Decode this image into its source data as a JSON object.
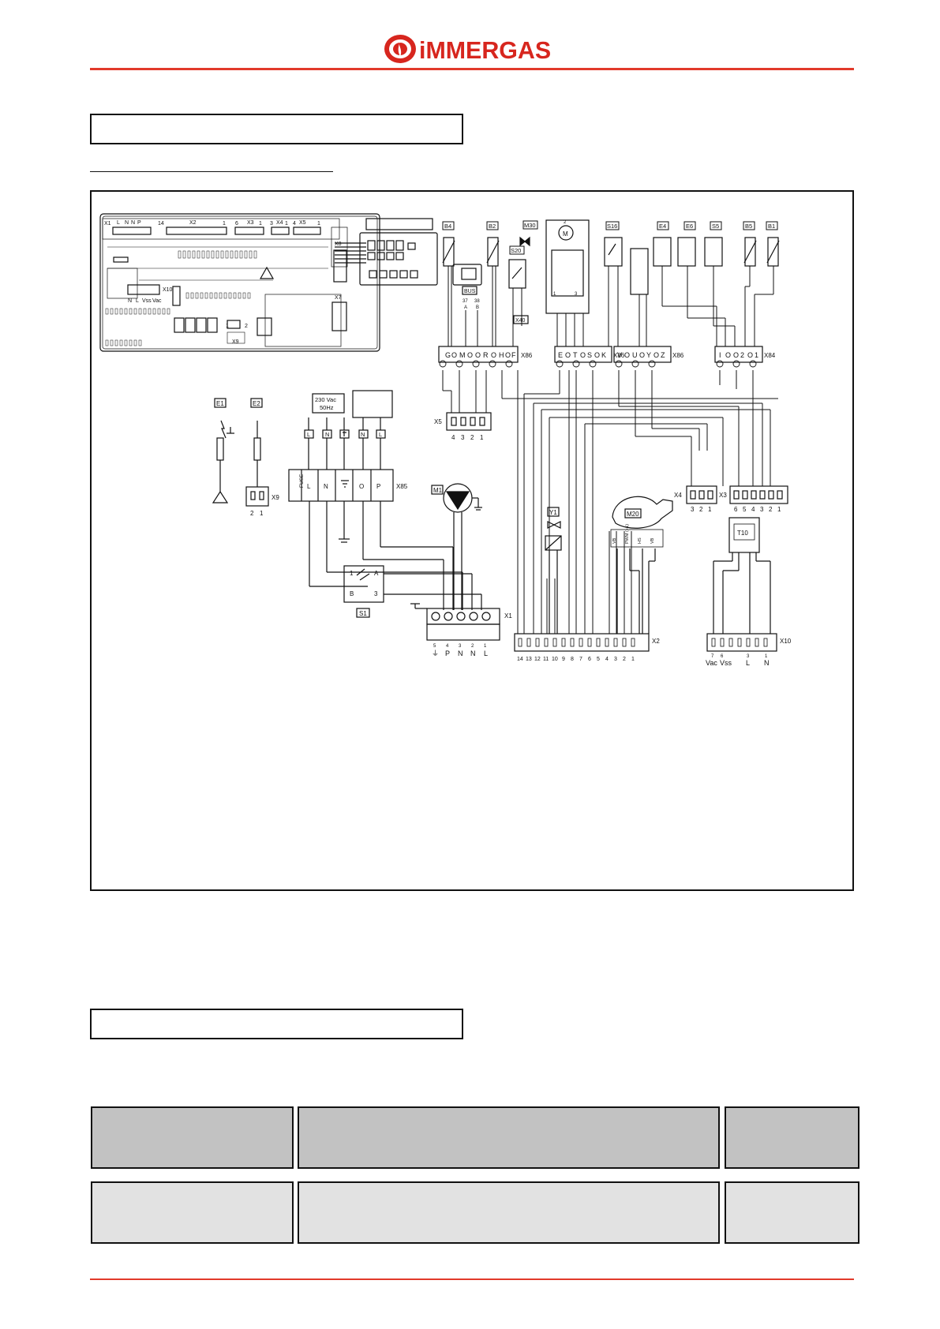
{
  "brand": {
    "name": "iMMERGAS",
    "color": "#d7261e"
  },
  "colors": {
    "rule": "#e23a2b",
    "row_dark": "#c2c2c2",
    "row_light": "#e2e2e2",
    "line": "#111111"
  },
  "board": {
    "connector_labels": [
      "X1",
      "L",
      "N",
      "N",
      "P",
      "X2",
      "X3",
      "X4",
      "X5",
      "X8",
      "X7",
      "X9",
      "X10"
    ],
    "x10_terminals": [
      "N",
      "L",
      "Vss",
      "Vac"
    ],
    "pin_numbers": [
      "14",
      "1",
      "6",
      "1",
      "3",
      "1",
      "4",
      "1",
      "2",
      "1"
    ]
  },
  "power": {
    "supply": "230 Vac",
    "frequency": "50Hz",
    "conductors": [
      "L",
      "N",
      "N",
      "L"
    ],
    "terminal": "X85",
    "fuse": "FUSE",
    "x85_terminals": [
      "L",
      "N",
      "O",
      "P"
    ]
  },
  "components": {
    "probes_top": [
      "B4",
      "B2",
      "M30",
      "S20",
      "S16",
      "E4",
      "E6",
      "S5",
      "B5",
      "B1"
    ],
    "bus": "BUS",
    "bus_pins": [
      "37",
      "38",
      "A",
      "B"
    ],
    "x40": "X40",
    "motor_letter": "M",
    "m30_pins": [
      "2",
      "1",
      "3"
    ],
    "electrodes": [
      "E1",
      "E2"
    ],
    "x9": "X9",
    "x9_pins": [
      "2",
      "1"
    ],
    "pump": "M1",
    "valve": "Y1",
    "fan": "M20",
    "fan_pins": [
      "VB",
      "PWM (+1)",
      "HS",
      "VB"
    ],
    "switch": "S1",
    "switch_contacts": [
      "1",
      "A",
      "B",
      "3"
    ],
    "transformer": "T10",
    "x5": "X5",
    "x5_pins": [
      "4",
      "3",
      "2",
      "1"
    ],
    "x4": "X4",
    "x4_pins": [
      "3",
      "2",
      "1"
    ],
    "x3": "X3",
    "x3_pins": [
      "6",
      "5",
      "4",
      "3",
      "2",
      "1"
    ],
    "x1": "X1",
    "x1_pin_numbers": [
      "5",
      "4",
      "3",
      "2",
      "1"
    ],
    "x1_pin_names": [
      "⏚",
      "P",
      "N",
      "N",
      "L"
    ],
    "x2": "X2",
    "x2_pins": [
      "14",
      "13",
      "12",
      "11",
      "10",
      "9",
      "8",
      "7",
      "6",
      "5",
      "4",
      "3",
      "2",
      "1"
    ],
    "x10": "X10",
    "x10_pin_numbers": [
      "7",
      "6",
      "3",
      "1"
    ],
    "x10_pin_names": [
      "Vac",
      "Vss",
      "L",
      "N"
    ]
  },
  "terminal_blocks": [
    {
      "name": "X86",
      "letters": [
        "G",
        "O",
        "M",
        "O",
        "O",
        "R",
        "O",
        "H",
        "O",
        "F"
      ]
    },
    {
      "name": "X86",
      "letters": [
        "E",
        "O",
        "T",
        "O",
        "S",
        "O",
        "K"
      ]
    },
    {
      "name": "X86",
      "letters": [
        "V",
        "O",
        "U",
        "O",
        "Y",
        "O",
        "Z"
      ]
    },
    {
      "name": "X84",
      "letters": [
        "I",
        "O",
        "O",
        "2",
        "O",
        "1"
      ]
    }
  ]
}
